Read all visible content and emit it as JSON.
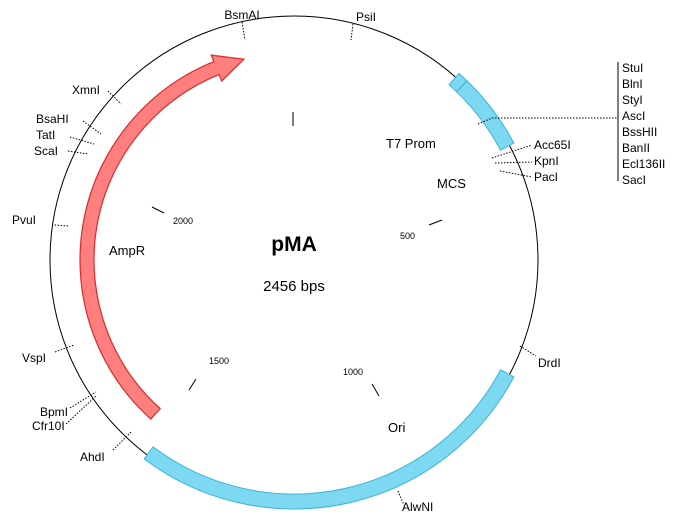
{
  "plasmid": {
    "name": "pMA",
    "size_label": "2456 bps",
    "length_bp": 2456
  },
  "colors": {
    "backbone": "#000000",
    "feature_blue": "#7dd8f2",
    "feature_blue_stroke": "#3bb3d6",
    "ampr_fill": "#ff7f7f",
    "ampr_stroke": "#d92b2b"
  },
  "ticks": [
    "500",
    "1000",
    "1500",
    "2000"
  ],
  "features": {
    "ampr": "AmpR",
    "ori": "Ori",
    "mcs": "MCS",
    "t7": "T7 Prom"
  },
  "sites": {
    "bsmai": "BsmAI",
    "psii": "PsiI",
    "xmni": "XmnI",
    "bsahi": "BsaHI",
    "tati": "TatI",
    "scai": "ScaI",
    "pvui": "PvuI",
    "vspi": "VspI",
    "bpmi": "BpmI",
    "cfr10i": "Cfr10I",
    "ahdi": "AhdI",
    "alwni": "AlwNI",
    "drdi": "DrdI",
    "acc65i": "Acc65I",
    "kpni": "KpnI",
    "paci": "PacI"
  },
  "mcs_sites": [
    "StuI",
    "BlnI",
    "StyI",
    "AscI",
    "BssHII",
    "BanII",
    "Ecl136II",
    "SacI"
  ]
}
